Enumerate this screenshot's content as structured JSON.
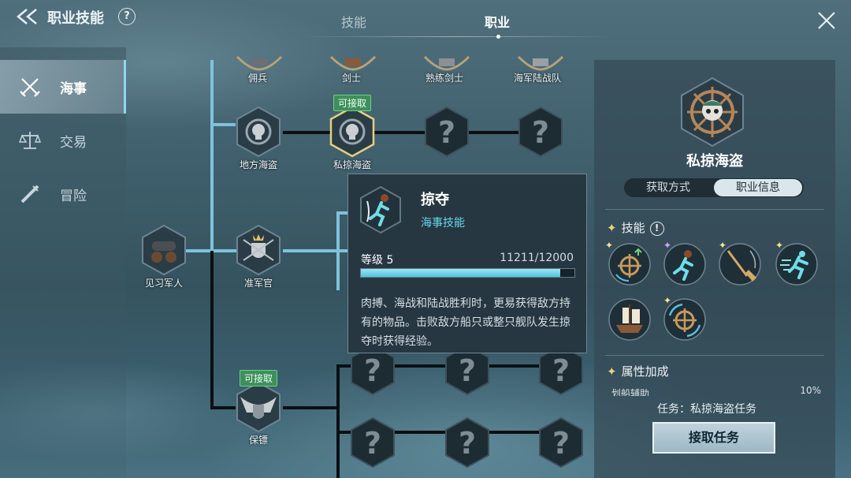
{
  "header": {
    "title": "职业技能",
    "help": "?",
    "tabs": [
      {
        "label": "技能",
        "active": false
      },
      {
        "label": "职业",
        "active": true
      }
    ]
  },
  "sidebar": {
    "items": [
      {
        "label": "海事",
        "icon": "crossed-swords-icon",
        "active": true
      },
      {
        "label": "交易",
        "icon": "scales-icon",
        "active": false
      },
      {
        "label": "冒险",
        "icon": "spyglass-icon",
        "active": false
      }
    ]
  },
  "tree": {
    "top_row": [
      "佣兵",
      "剑士",
      "熟练剑士",
      "海军陆战队"
    ],
    "nodes": {
      "apprentice": "见习军人",
      "local_pirate": "地方海盗",
      "privateer": "私掠海盗",
      "ensign": "准军官",
      "bodyguard": "保镖",
      "locked": "?"
    },
    "badge_available": "可接取"
  },
  "tooltip": {
    "name": "掠夺",
    "category": "海事技能",
    "level_label": "等级 5",
    "exp_text": "11211/12000",
    "exp_current": 11211,
    "exp_max": 12000,
    "description": "肉搏、海战和陆战胜利时，更易获得敌方持有的物品。击败敌方船只或整只舰队发生掠夺时获得经验。"
  },
  "panel": {
    "title": "私掠海盗",
    "seg": {
      "left": "获取方式",
      "right": "职业信息",
      "active": "right"
    },
    "skills_title": "技能",
    "skills_info": "!",
    "attr_title": "属性加成",
    "attr_row": {
      "label": "划船辅助",
      "value": "10%"
    },
    "task": "任务：私掠海盗任务",
    "accept": "接取任务"
  },
  "colors": {
    "accent": "#7fc2da",
    "badge": "#3f8f5c",
    "category": "#69d6e8"
  }
}
